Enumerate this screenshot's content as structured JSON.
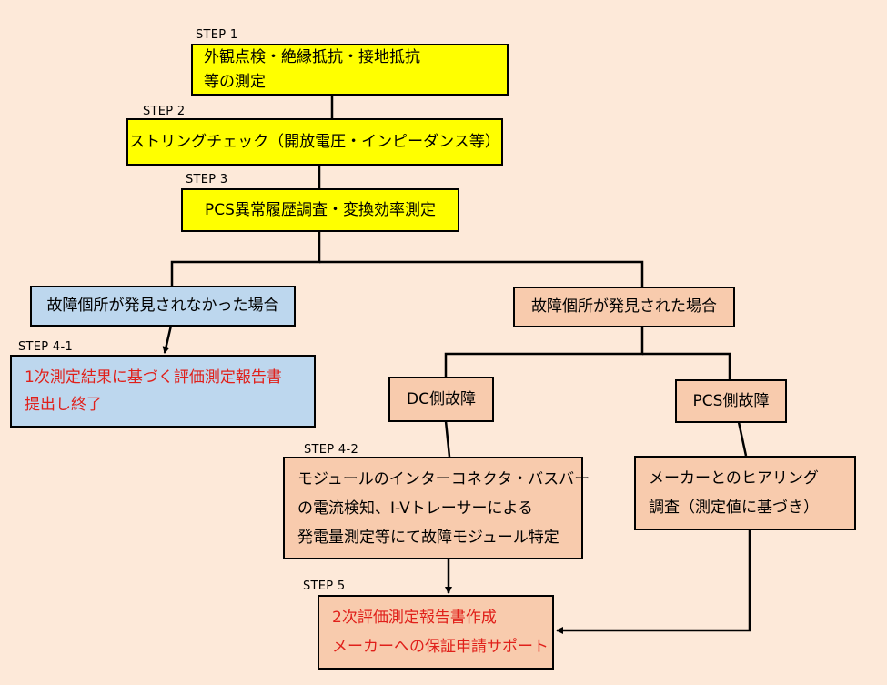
{
  "steps": {
    "s1": "STEP 1",
    "s2": "STEP 2",
    "s3": "STEP 3",
    "s41": "STEP 4-1",
    "s42": "STEP 4-2",
    "s5": "STEP 5"
  },
  "nodes": {
    "step1": [
      "外観点検・絶縁抵抗・接地抵抗",
      "等の測定"
    ],
    "step2": "ストリングチェック（開放電圧・インピーダンス等）",
    "step3": "PCS異常履歴調査・変換効率測定",
    "not_found": "故障個所が発見されなかった場合",
    "found": "故障個所が発見された場合",
    "step41": [
      "1次測定結果に基づく評価測定報告書",
      "提出し終了"
    ],
    "dc_fault": "DC側故障",
    "pcs_fault": "PCS側故障",
    "step42": [
      "モジュールのインターコネクタ・バスバー",
      "の電流検知、I-Vトレーサーによる",
      "発電量測定等にて故障モジュール特定"
    ],
    "pcs_hearing": [
      "メーカーとのヒアリング",
      "調査（測定値に基づき）"
    ],
    "step5": [
      "2次評価測定報告書作成",
      "メーカーへの保証申請サポート"
    ]
  },
  "colors": {
    "background": "#fde9d9",
    "yellow": "#ffff00",
    "blue": "#bdd7ee",
    "salmon": "#f8cbad",
    "red_text": "#e0201a"
  }
}
